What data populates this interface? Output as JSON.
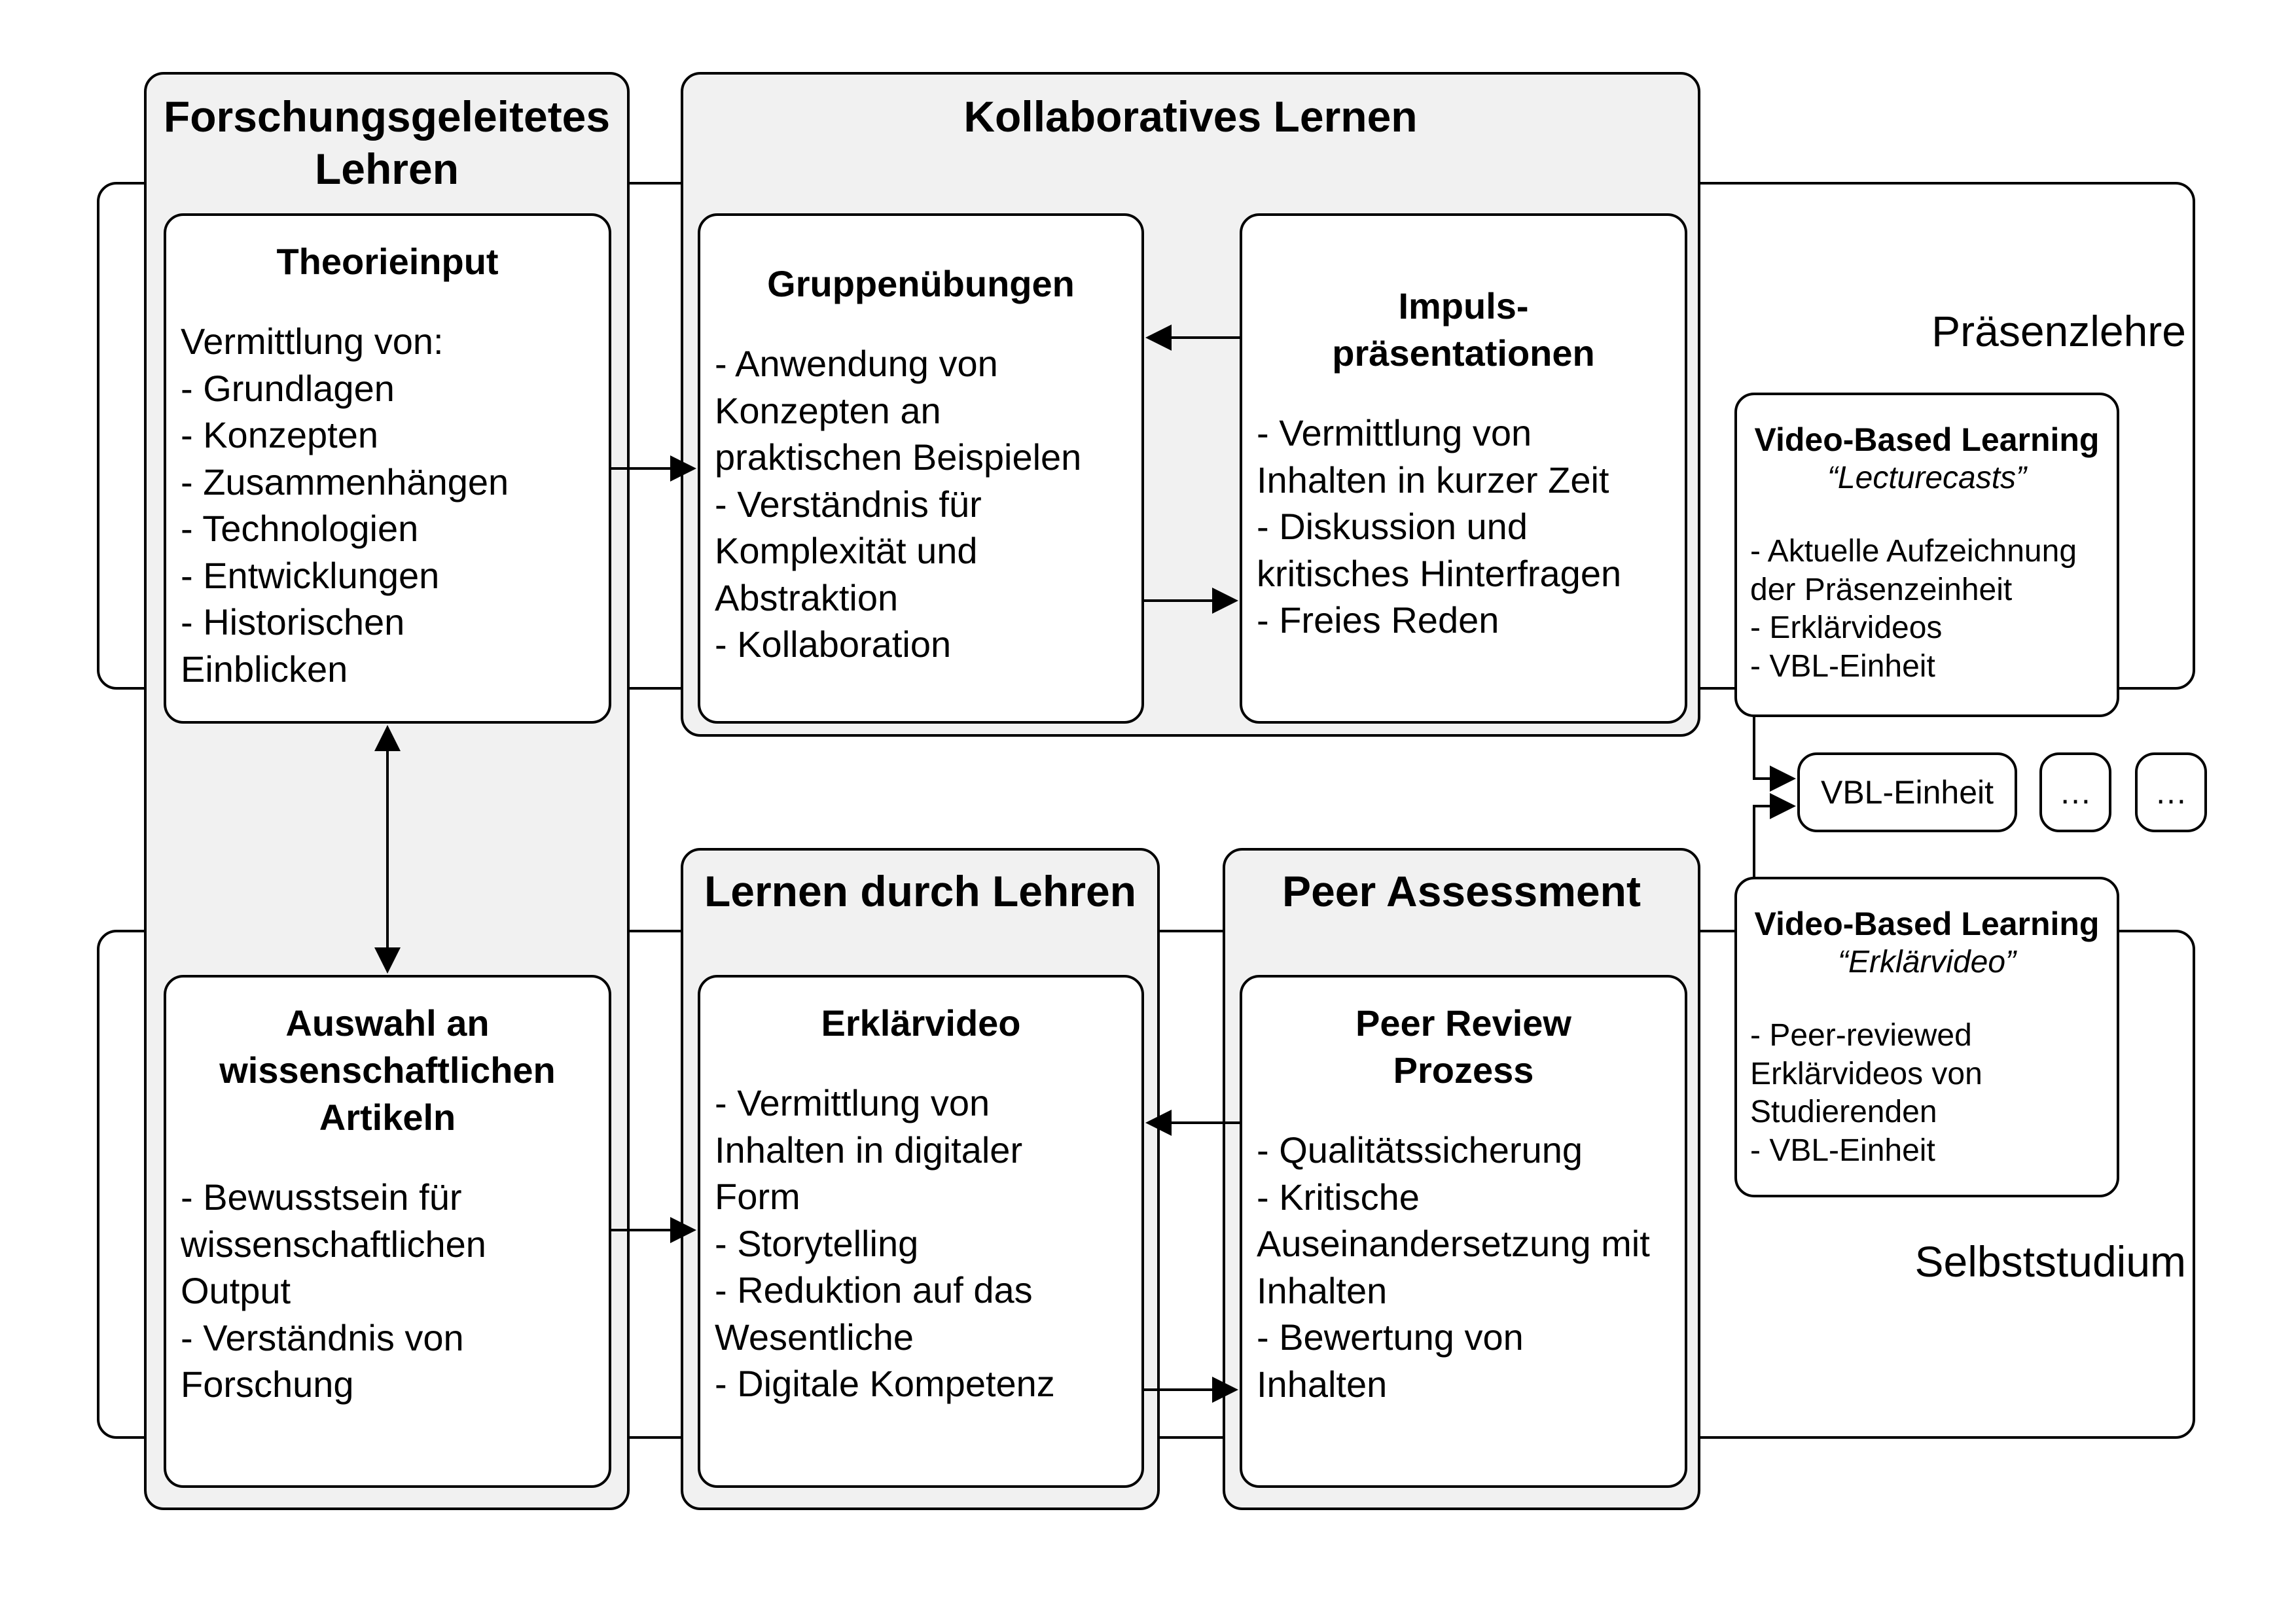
{
  "bands": {
    "presence_label": "Präsenzlehre",
    "self_study_label": "Selbststudium"
  },
  "research_led": {
    "title_lines": [
      "Forschungsgeleitetes",
      "Lehren"
    ],
    "theory": {
      "title": "Theorieinput",
      "lines": [
        "Vermittlung von:",
        "- Grundlagen",
        "- Konzepten",
        "- Zusammenhängen",
        "- Technologien",
        "- Entwicklungen",
        "- Historischen",
        "Einblicken"
      ]
    },
    "articles": {
      "title_lines": [
        "Auswahl an",
        "wissenschaftlichen",
        "Artikeln"
      ],
      "lines": [
        "- Bewusstsein für",
        "wissenschaftlichen",
        "Output",
        "- Verständnis von",
        "Forschung"
      ]
    }
  },
  "collaborative": {
    "title": "Kollaboratives Lernen",
    "group_exercises": {
      "title": "Gruppenübungen",
      "lines": [
        "- Anwendung von",
        "Konzepten an",
        "praktischen Beispielen",
        "- Verständnis für",
        "Komplexität und",
        "Abstraktion",
        "- Kollaboration"
      ]
    },
    "impulse": {
      "title_lines": [
        "Impuls-",
        "präsentationen"
      ],
      "lines": [
        "- Vermittlung von",
        "Inhalten in kurzer Zeit",
        "- Diskussion und",
        "kritisches Hinterfragen",
        "- Freies Reden"
      ]
    }
  },
  "learning_by_teaching": {
    "title": "Lernen durch Lehren",
    "explainer": {
      "title": "Erklärvideo",
      "lines": [
        "- Vermittlung von",
        "Inhalten in digitaler",
        "Form",
        "- Storytelling",
        "- Reduktion auf das",
        "Wesentliche",
        "- Digitale Kompetenz"
      ]
    }
  },
  "peer_assessment": {
    "title": "Peer Assessment",
    "review": {
      "title_lines": [
        "Peer Review",
        "Prozess"
      ],
      "lines": [
        "- Qualitätssicherung",
        "- Kritische",
        "Auseinandersetzung mit",
        "Inhalten",
        "- Bewertung von",
        "Inhalten"
      ]
    }
  },
  "vbl_lecturecasts": {
    "title": "Video-Based Learning",
    "subtitle": "“Lecturecasts”",
    "lines": [
      "- Aktuelle Aufzeichnung",
      "der Präsenzeinheit",
      "- Erklärvideos",
      "- VBL-Einheit"
    ]
  },
  "vbl_explainer": {
    "title": "Video-Based Learning",
    "subtitle": "“Erklärvideo”",
    "lines": [
      "- Peer-reviewed",
      "Erklärvideos von",
      "Studierenden",
      "- VBL-Einheit"
    ]
  },
  "units": {
    "vbl_unit": "VBL-Einheit",
    "ellipsis_1": "…",
    "ellipsis_2": "…"
  }
}
